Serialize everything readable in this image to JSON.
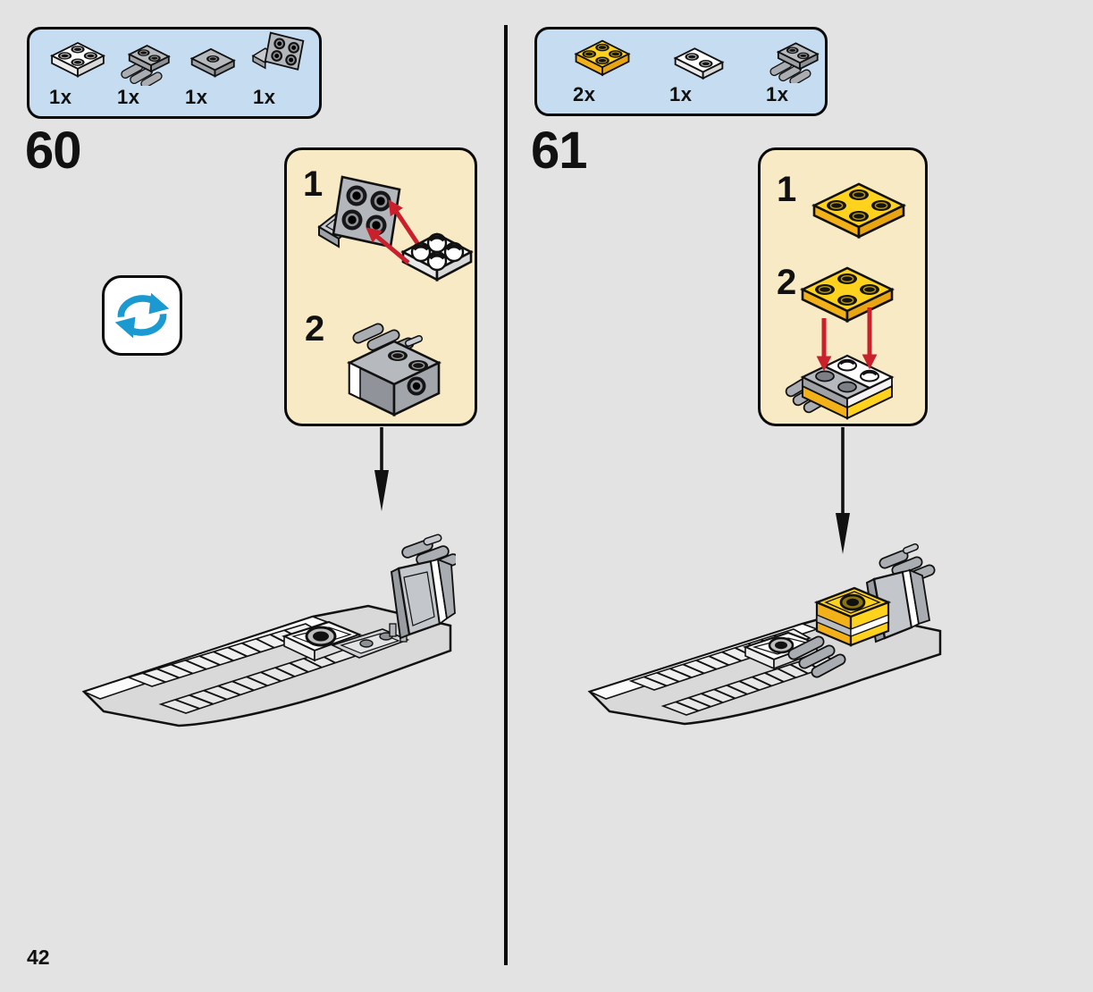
{
  "page": {
    "number": "42"
  },
  "colors": {
    "background": "#e3e3e3",
    "parts_box_bg": "#c6ddf1",
    "substep_box_bg": "#f9eac6",
    "outline": "#111111",
    "arrow_red": "#c9202b",
    "rotate_arrow_blue": "#1b9ad2",
    "lego_yellow": "#ffd21e",
    "lego_gray": "#b6b9bd",
    "lego_white": "#ffffff"
  },
  "step60": {
    "number": "60",
    "parts": [
      {
        "name": "white-2x2-plate",
        "count": "1x"
      },
      {
        "name": "gray-1x2-hinge-plate",
        "count": "1x"
      },
      {
        "name": "gray-1x2-jumper-plate",
        "count": "1x"
      },
      {
        "name": "gray-1x2-2x2-bracket",
        "count": "1x"
      }
    ],
    "substeps": [
      {
        "label": "1"
      },
      {
        "label": "2"
      }
    ]
  },
  "step61": {
    "number": "61",
    "parts": [
      {
        "name": "yellow-2x2-plate",
        "count": "2x"
      },
      {
        "name": "white-1x2-plate",
        "count": "1x"
      },
      {
        "name": "gray-1x2-hinge-plate",
        "count": "1x"
      }
    ],
    "substeps": [
      {
        "label": "1"
      },
      {
        "label": "2"
      }
    ]
  }
}
